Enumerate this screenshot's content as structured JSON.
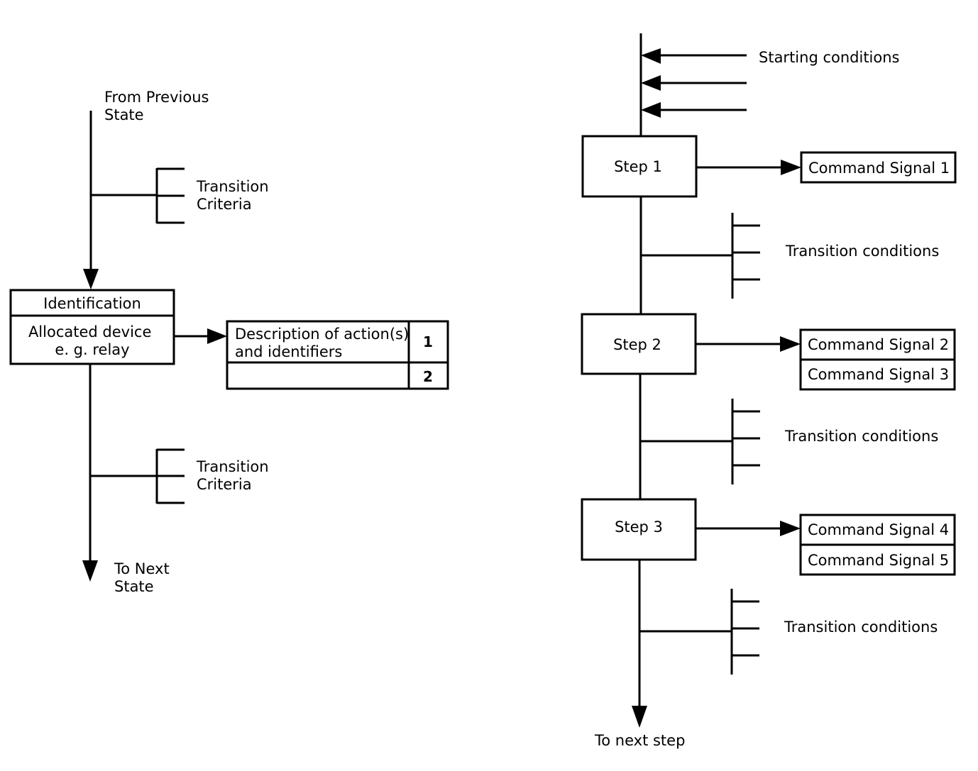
{
  "left": {
    "from_label": [
      "From Previous",
      "State"
    ],
    "transition_top": [
      "Transition",
      "Criteria"
    ],
    "identification": "Identification",
    "allocated": [
      "Allocated device",
      "e. g. relay"
    ],
    "description": [
      "Description of action(s)",
      "and identifiers"
    ],
    "num1": "1",
    "num2": "2",
    "transition_bottom": [
      "Transition",
      "Criteria"
    ],
    "to_label": [
      "To Next",
      "State"
    ]
  },
  "right": {
    "starting_conditions": "Starting conditions",
    "step1": "Step 1",
    "step2": "Step 2",
    "step3": "Step 3",
    "cmd1": "Command Signal  1",
    "cmd2": "Command Signal  2",
    "cmd3": "Command Signal  3",
    "cmd4": "Command Signal  4",
    "cmd5": "Command Signal  5",
    "transition1": "Transition conditions",
    "transition2": "Transition conditions",
    "transition3": "Transition conditions",
    "to_next_step": "To next step"
  }
}
